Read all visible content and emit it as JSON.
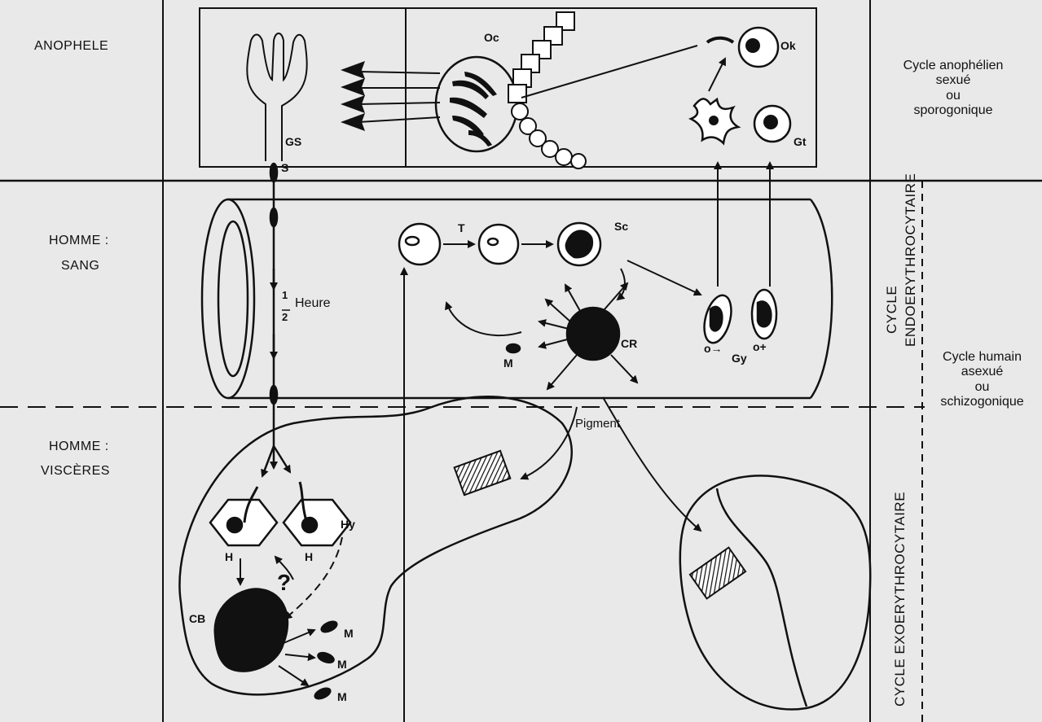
{
  "left_labels": {
    "anophele": "ANOPHELE",
    "homme_sang_1": "HOMME :",
    "homme_sang_2": "SANG",
    "homme_visceres_1": "HOMME :",
    "homme_visceres_2": "VISCÈRES"
  },
  "right_labels": {
    "cycle_anophelien_1": "Cycle anophélien",
    "cycle_anophelien_2": "sexué",
    "cycle_anophelien_3": "ou",
    "cycle_anophelien_4": "sporogonique",
    "cycle_humain_1": "Cycle humain",
    "cycle_humain_2": "asexué",
    "cycle_humain_3": "ou",
    "cycle_humain_4": "schizogonique"
  },
  "vertical_labels": {
    "cycle_endo": "CYCLE",
    "endoerythrocytaire": "ENDOERYTHROCYTAIRE",
    "cycle_exo": "CYCLE  EXOERYTHROCYTAIRE"
  },
  "abbreviations": {
    "gs": "GS",
    "s": "S",
    "oc": "Oc",
    "ok": "Ok",
    "gt": "Gt",
    "t": "T",
    "sc": "Sc",
    "cr": "CR",
    "m_blood": "M",
    "gy": "Gy",
    "h_left": "H",
    "h_right": "H",
    "hy": "Hy",
    "question": "?",
    "cb": "CB",
    "m1": "M",
    "m2": "M",
    "m3": "M",
    "half_num": "1",
    "half_den": "2",
    "heure": "Heure",
    "pigment": "Pigment",
    "male": "o→",
    "female": "o+"
  },
  "colors": {
    "background": "#e9e9ea",
    "ink": "#111111"
  }
}
